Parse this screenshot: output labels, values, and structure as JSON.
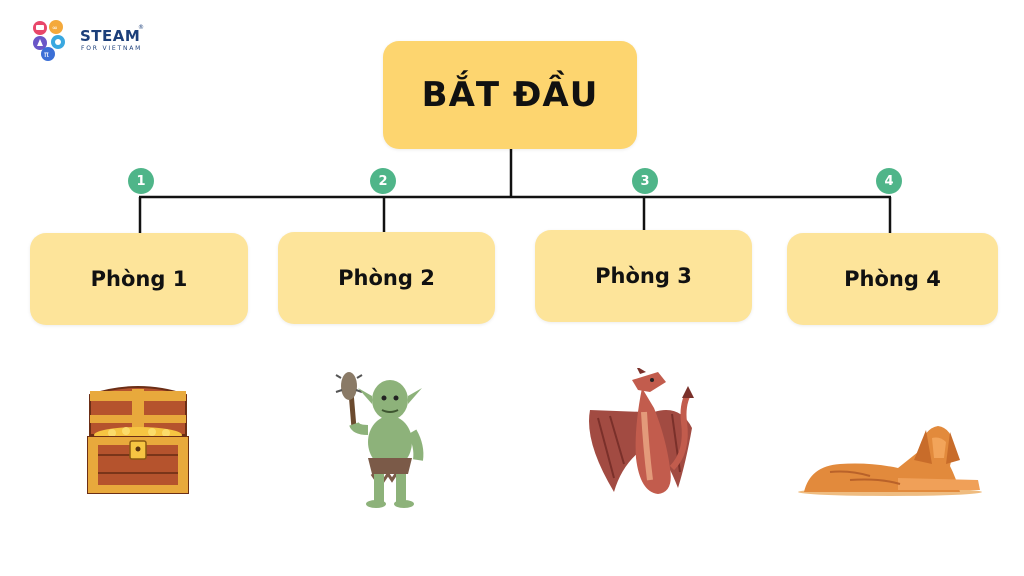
{
  "brand": {
    "name": "STEAM",
    "tagline": "FOR VIETNAM",
    "reg": "®"
  },
  "start": {
    "label": "BẮT ĐẦU"
  },
  "rooms": [
    {
      "step": "1",
      "label": "Phòng 1",
      "image": "treasure-chest"
    },
    {
      "step": "2",
      "label": "Phòng 2",
      "image": "troll-with-club"
    },
    {
      "step": "3",
      "label": "Phòng 3",
      "image": "dragon"
    },
    {
      "step": "4",
      "label": "Phòng 4",
      "image": "sphinx"
    }
  ],
  "colors": {
    "start_box": "#fdd56f",
    "room_box": "#fde49a",
    "step_badge": "#4fb589",
    "line": "#111111"
  }
}
